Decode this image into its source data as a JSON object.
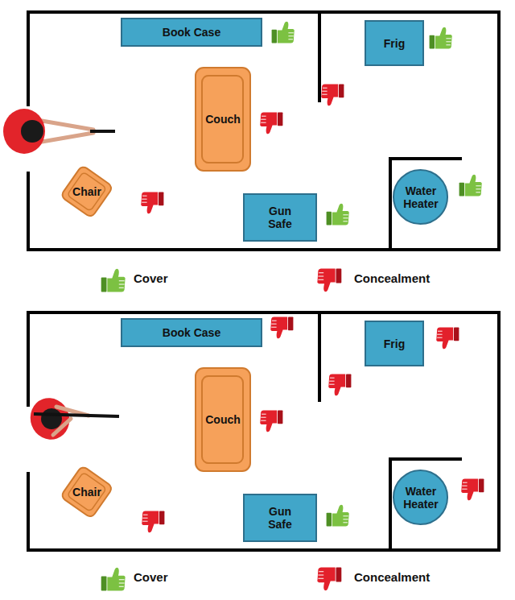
{
  "diagram": {
    "nodes": [
      {
        "text": [
          "Book Case"
        ]
      },
      {
        "text": [
          "Frig"
        ]
      },
      {
        "text": [
          "Couch"
        ]
      },
      {
        "text": [
          "Chair"
        ]
      },
      {
        "text": [
          "Gun Safe"
        ]
      },
      {
        "text": [
          "Water Heater"
        ]
      },
      {
        "text": [
          "Book Case"
        ]
      },
      {
        "text": [
          "Frig"
        ]
      },
      {
        "text": [
          "Couch"
        ]
      },
      {
        "text": [
          "Chair"
        ]
      },
      {
        "text": [
          "Gun Safe"
        ]
      },
      {
        "text": [
          "Water Heater"
        ]
      }
    ],
    "legend": [
      {
        "text": "Cover"
      },
      {
        "text": "Concealment"
      },
      {
        "text": "Cover"
      },
      {
        "text": "Concealment"
      }
    ]
  }
}
